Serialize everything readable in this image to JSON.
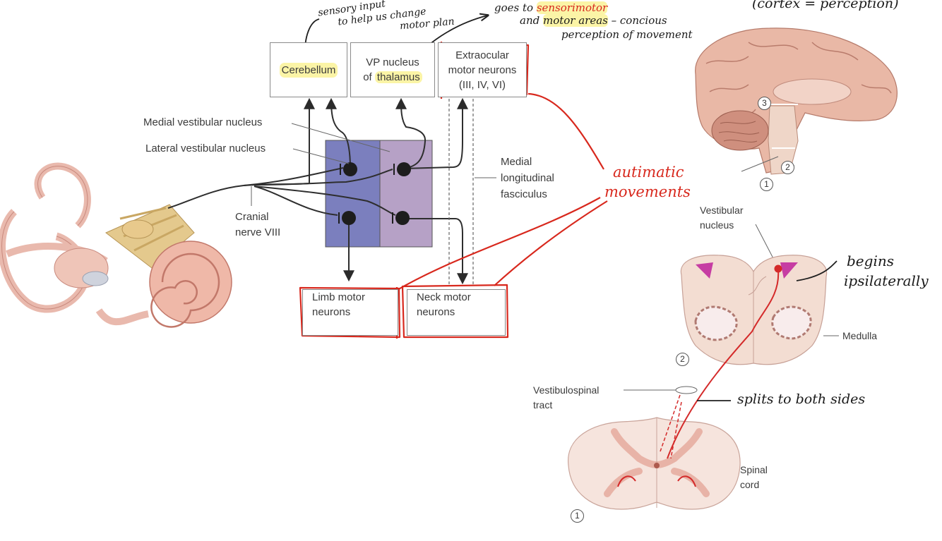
{
  "diagram": {
    "boxes": {
      "cerebellum": "Cerebellum",
      "vp_line1": "VP nucleus",
      "vp_of": "of ",
      "vp_thalamus": "thalamus",
      "extraocular_line1": "Extraocular",
      "extraocular_line2": "motor neurons",
      "extraocular_line3": "(III, IV, VI)",
      "limb_line1": "Limb motor",
      "limb_line2": "neurons",
      "neck_line1": "Neck motor",
      "neck_line2": "neurons"
    },
    "labels": {
      "medial_vestibular": "Medial vestibular nucleus",
      "lateral_vestibular": "Lateral vestibular nucleus",
      "cranial_line1": "Cranial",
      "cranial_line2": "nerve VIII",
      "mlf_line1": "Medial",
      "mlf_line2": "longitudinal",
      "mlf_line3": "fasciculus"
    }
  },
  "tract_figure": {
    "vestibular_line1": "Vestibular",
    "vestibular_line2": "nucleus",
    "medulla": "Medulla",
    "vsp_line1": "Vestibulospinal",
    "vsp_line2": "tract",
    "spinal_line1": "Spinal",
    "spinal_line2": "cord",
    "markers": {
      "one": "1",
      "two": "2",
      "three": "3"
    }
  },
  "annotations": {
    "sensory_line1": "sensory input",
    "sensory_line2": "to help us change",
    "sensory_line3": "motor plan",
    "goes_line1": "goes to ",
    "goes_sensorimotor": "sensorimotor",
    "goes_line2a": "and ",
    "goes_motorareas": "motor areas",
    "goes_line2b": " – concious",
    "goes_line3": "perception of movement",
    "cortex": "(cortex = perception)",
    "automatic_line1": "autimatic",
    "automatic_line2": "movements",
    "begins_line1": "begins",
    "begins_line2": "ipsilaterally",
    "splits": "splits to both sides"
  },
  "colors": {
    "medial_nucleus": "#7b7fbe",
    "lateral_nucleus": "#b6a1c6",
    "annotation_red": "#d8281d",
    "highlight": "#fbf4a6"
  }
}
